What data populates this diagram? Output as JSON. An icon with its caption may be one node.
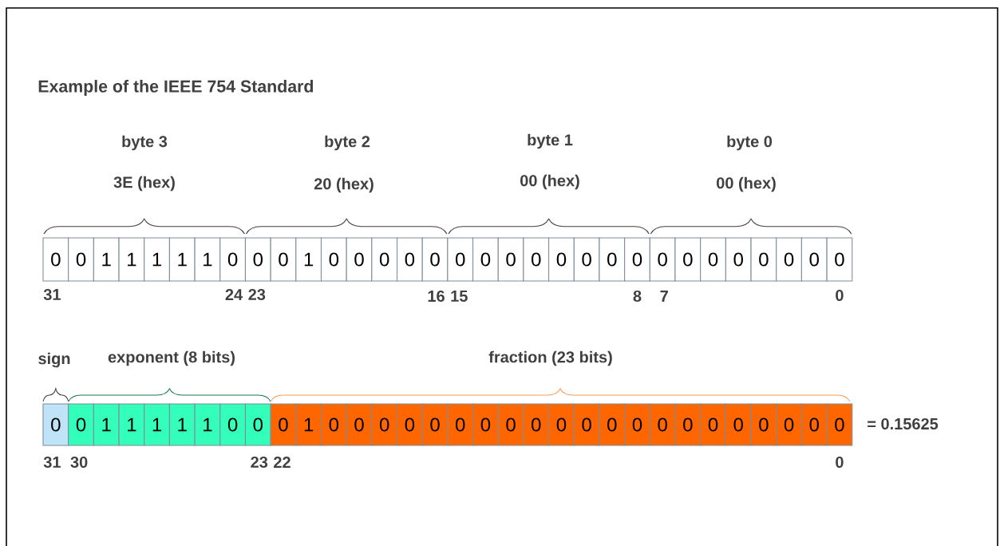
{
  "diagram": {
    "title": "Example of the IEEE 754 Standard",
    "nodes": [
      {
        "text": [
          "0"
        ]
      },
      {
        "text": [
          "0"
        ]
      },
      {
        "text": [
          "1"
        ]
      },
      {
        "text": [
          "1"
        ]
      },
      {
        "text": [
          "1"
        ]
      },
      {
        "text": [
          "1"
        ]
      },
      {
        "text": [
          "1"
        ]
      },
      {
        "text": [
          "0"
        ]
      },
      {
        "text": [
          "0"
        ]
      },
      {
        "text": [
          "0"
        ]
      },
      {
        "text": [
          "1"
        ]
      },
      {
        "text": [
          "0"
        ]
      },
      {
        "text": [
          "0"
        ]
      },
      {
        "text": [
          "0"
        ]
      },
      {
        "text": [
          "0"
        ]
      },
      {
        "text": [
          "0"
        ]
      },
      {
        "text": [
          "0"
        ]
      },
      {
        "text": [
          "0"
        ]
      },
      {
        "text": [
          "0"
        ]
      },
      {
        "text": [
          "0"
        ]
      },
      {
        "text": [
          "0"
        ]
      },
      {
        "text": [
          "0"
        ]
      },
      {
        "text": [
          "0"
        ]
      },
      {
        "text": [
          "0"
        ]
      },
      {
        "text": [
          "0"
        ]
      },
      {
        "text": [
          "0"
        ]
      },
      {
        "text": [
          "0"
        ]
      },
      {
        "text": [
          "0"
        ]
      },
      {
        "text": [
          "0"
        ]
      },
      {
        "text": [
          "0"
        ]
      },
      {
        "text": [
          "0"
        ]
      },
      {
        "text": [
          "0"
        ]
      },
      {
        "text": [
          "0"
        ]
      },
      {
        "text": [
          "0"
        ]
      },
      {
        "text": [
          "1"
        ]
      },
      {
        "text": [
          "1"
        ]
      },
      {
        "text": [
          "1"
        ]
      },
      {
        "text": [
          "1"
        ]
      },
      {
        "text": [
          "1"
        ]
      },
      {
        "text": [
          "0"
        ]
      },
      {
        "text": [
          "0"
        ]
      },
      {
        "text": [
          "0"
        ]
      },
      {
        "text": [
          "1"
        ]
      },
      {
        "text": [
          "0"
        ]
      },
      {
        "text": [
          "0"
        ]
      },
      {
        "text": [
          "0"
        ]
      },
      {
        "text": [
          "0"
        ]
      },
      {
        "text": [
          "0"
        ]
      },
      {
        "text": [
          "0"
        ]
      },
      {
        "text": [
          "0"
        ]
      },
      {
        "text": [
          "0"
        ]
      },
      {
        "text": [
          "0"
        ]
      },
      {
        "text": [
          "0"
        ]
      },
      {
        "text": [
          "0"
        ]
      },
      {
        "text": [
          "0"
        ]
      },
      {
        "text": [
          "0"
        ]
      },
      {
        "text": [
          "0"
        ]
      },
      {
        "text": [
          "0"
        ]
      },
      {
        "text": [
          "0"
        ]
      },
      {
        "text": [
          "0"
        ]
      },
      {
        "text": [
          "0"
        ]
      },
      {
        "text": [
          "0"
        ]
      },
      {
        "text": [
          "0"
        ]
      },
      {
        "text": [
          "0"
        ]
      }
    ],
    "labels": [
      "byte 3",
      "byte 2",
      "byte 1",
      "byte 0",
      "3E (hex)",
      "20 (hex)",
      "00 (hex)",
      "00 (hex)",
      "31",
      "24",
      "23",
      "16",
      "15",
      "8",
      "7",
      "0",
      "sign",
      "exponent (8 bits)",
      "fraction (23 bits)",
      "= 0.15625",
      "31",
      "30",
      "23",
      "22",
      "0"
    ]
  }
}
